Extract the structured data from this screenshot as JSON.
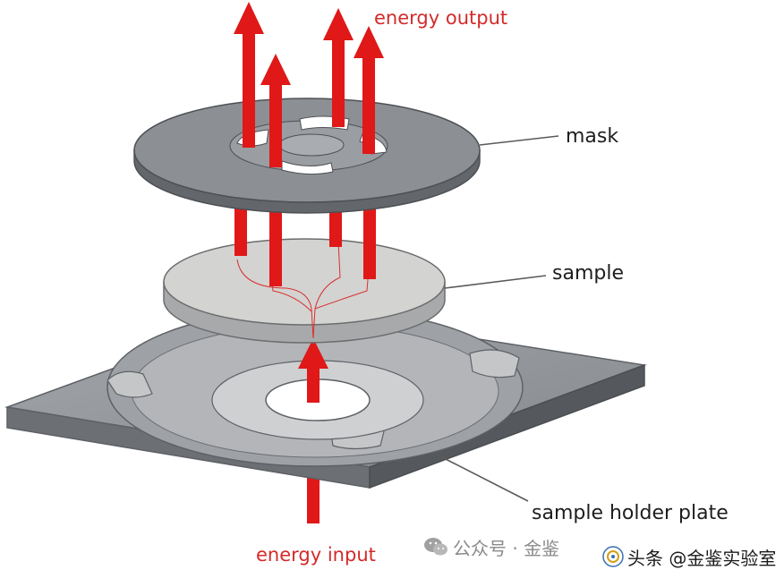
{
  "labels": {
    "energy_output": "energy output",
    "mask": "mask",
    "sample": "sample",
    "sample_holder_plate": "sample holder plate",
    "energy_input": "energy input"
  },
  "watermark": {
    "text": "公众号 · 金鉴",
    "icon": "wechat-icon"
  },
  "brand": {
    "text": "头条 @金鉴实验室",
    "icon": "lab-logo-icon"
  },
  "colors": {
    "arrow": "#e01818",
    "plate": "#8f9296",
    "plate_edge": "#5e6166",
    "sample": "#d3d3d1",
    "mask": "#8c8f93",
    "label_red": "#d42a2a"
  }
}
